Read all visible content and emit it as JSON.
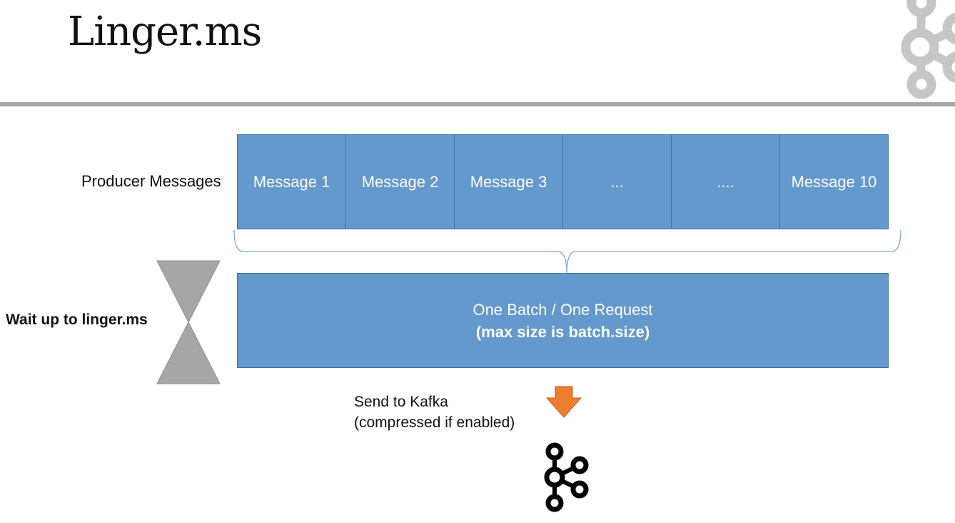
{
  "slide": {
    "title": "Linger.ms"
  },
  "diagram": {
    "producer_label": "Producer Messages",
    "messages": [
      "Message 1",
      "Message 2",
      "Message 3",
      "...",
      "....",
      "Message 10"
    ],
    "wait_label": "Wait up to linger.ms",
    "batch_line1": "One Batch / One Request",
    "batch_line2": "(max size is batch.size)",
    "send_line1": "Send to Kafka",
    "send_line2": "(compressed if enabled)"
  },
  "icons": {
    "corner_logo": "kafka-logo-icon",
    "wait": "hourglass-icon",
    "send": "down-arrow-icon",
    "destination": "kafka-logo-icon"
  },
  "colors": {
    "box_fill": "#6399cc",
    "box_border": "#41719c",
    "arrow": "#ed7d31",
    "hourglass": "#a6a6a6",
    "rule": "#a6a6a6"
  }
}
